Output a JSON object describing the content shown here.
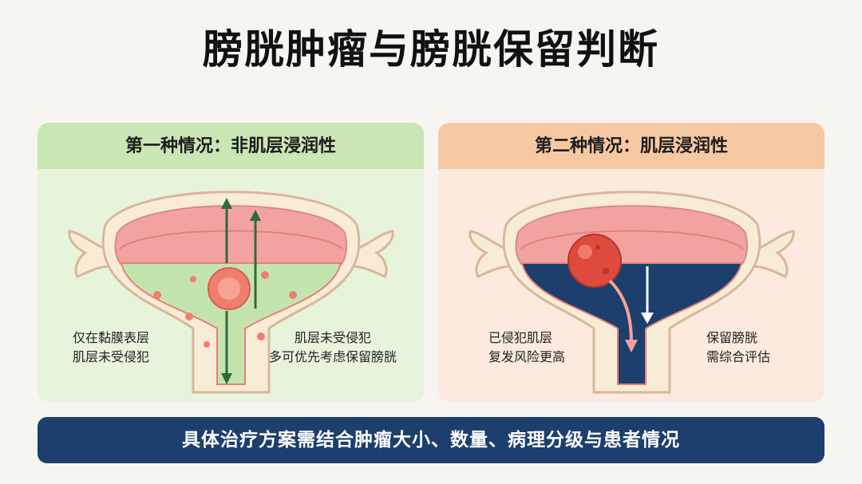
{
  "title": "膀胱肿瘤与膀胱保留判断",
  "left_panel": {
    "header": "第一种情况：非肌层浸润性",
    "caption_left": [
      "仅在黏膜表层",
      "肌层未受侵犯"
    ],
    "caption_right": [
      "肌层未受侵犯",
      "多可优先考虑保留膀胱"
    ],
    "fill_color": "#c4e4ae",
    "tumor_color": "#f07e6e"
  },
  "right_panel": {
    "header": "第二种情况：肌层浸润性",
    "caption_left": [
      "已侵犯肌层",
      "复发风险更高"
    ],
    "caption_right": [
      "保留膀胱",
      "需综合评估"
    ],
    "fill_color": "#1d3f6e",
    "tumor_color": "#dc4b3e"
  },
  "footer": "具体治疗方案需结合肿瘤大小、数量、病理分级与患者情况"
}
